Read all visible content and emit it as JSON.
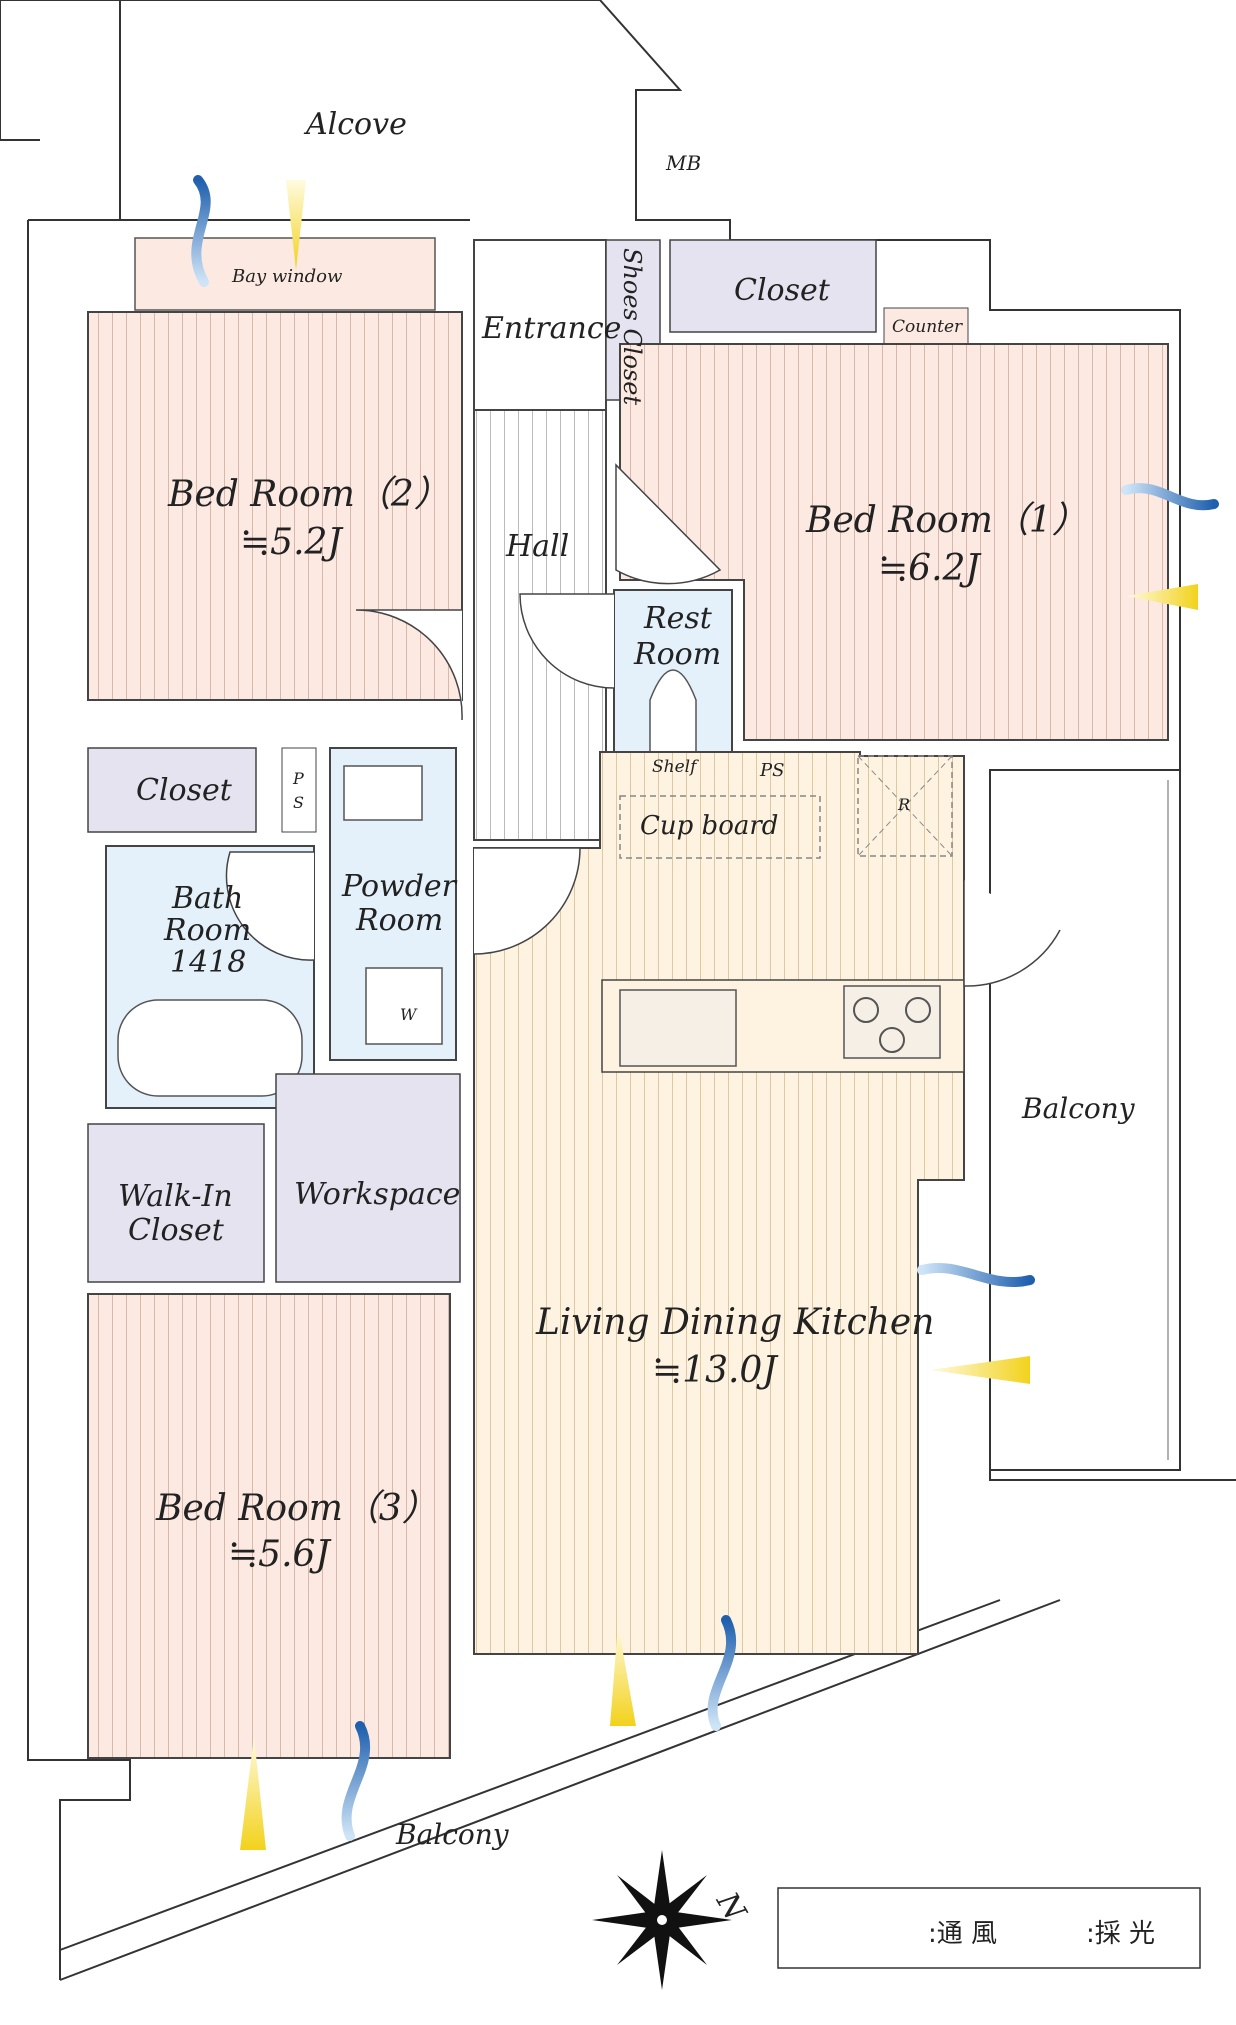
{
  "rooms": {
    "alcove": "Alcove",
    "mb": "MB",
    "bay_window": "Bay window",
    "entrance": "Entrance",
    "shoes_closet": "Shoes Closet",
    "closet_top": "Closet",
    "counter": "Counter",
    "bed2_name": "Bed Room（2）",
    "bed2_area": "≒5.2J",
    "hall": "Hall",
    "bed1_name": "Bed Room（1）",
    "bed1_area": "≒6.2J",
    "rest_room_1": "Rest",
    "rest_room_2": "Room",
    "shelf": "Shelf",
    "ps_1": "PS",
    "ps_2_a": "P",
    "ps_2_b": "S",
    "closet_left": "Closet",
    "cupboard": "Cup  board",
    "r": "R",
    "bath_1": "Bath",
    "bath_2": "Room",
    "bath_3": "1418",
    "powder_1": "Powder",
    "powder_2": "Room",
    "w": "W",
    "balcony_right": "Balcony",
    "walkin_1": "Walk-In",
    "walkin_2": "Closet",
    "workspace": "Workspace",
    "ldk_name": "Living Dining Kitchen",
    "ldk_area": "≒13.0J",
    "bed3_name": "Bed Room（3）",
    "bed3_area": "≒5.6J",
    "balcony_bottom": "Balcony",
    "compass_n": "N"
  },
  "legend": {
    "wind": ":通 風",
    "light": ":採 光"
  },
  "colors": {
    "bedroom_floor": "#fbe9e2",
    "ldk_floor": "#fdf3e0",
    "closet": "#e6e3f0",
    "wet_room": "#e4f1fa",
    "wind": "#2a6bb5",
    "light": "#f2d21c"
  }
}
